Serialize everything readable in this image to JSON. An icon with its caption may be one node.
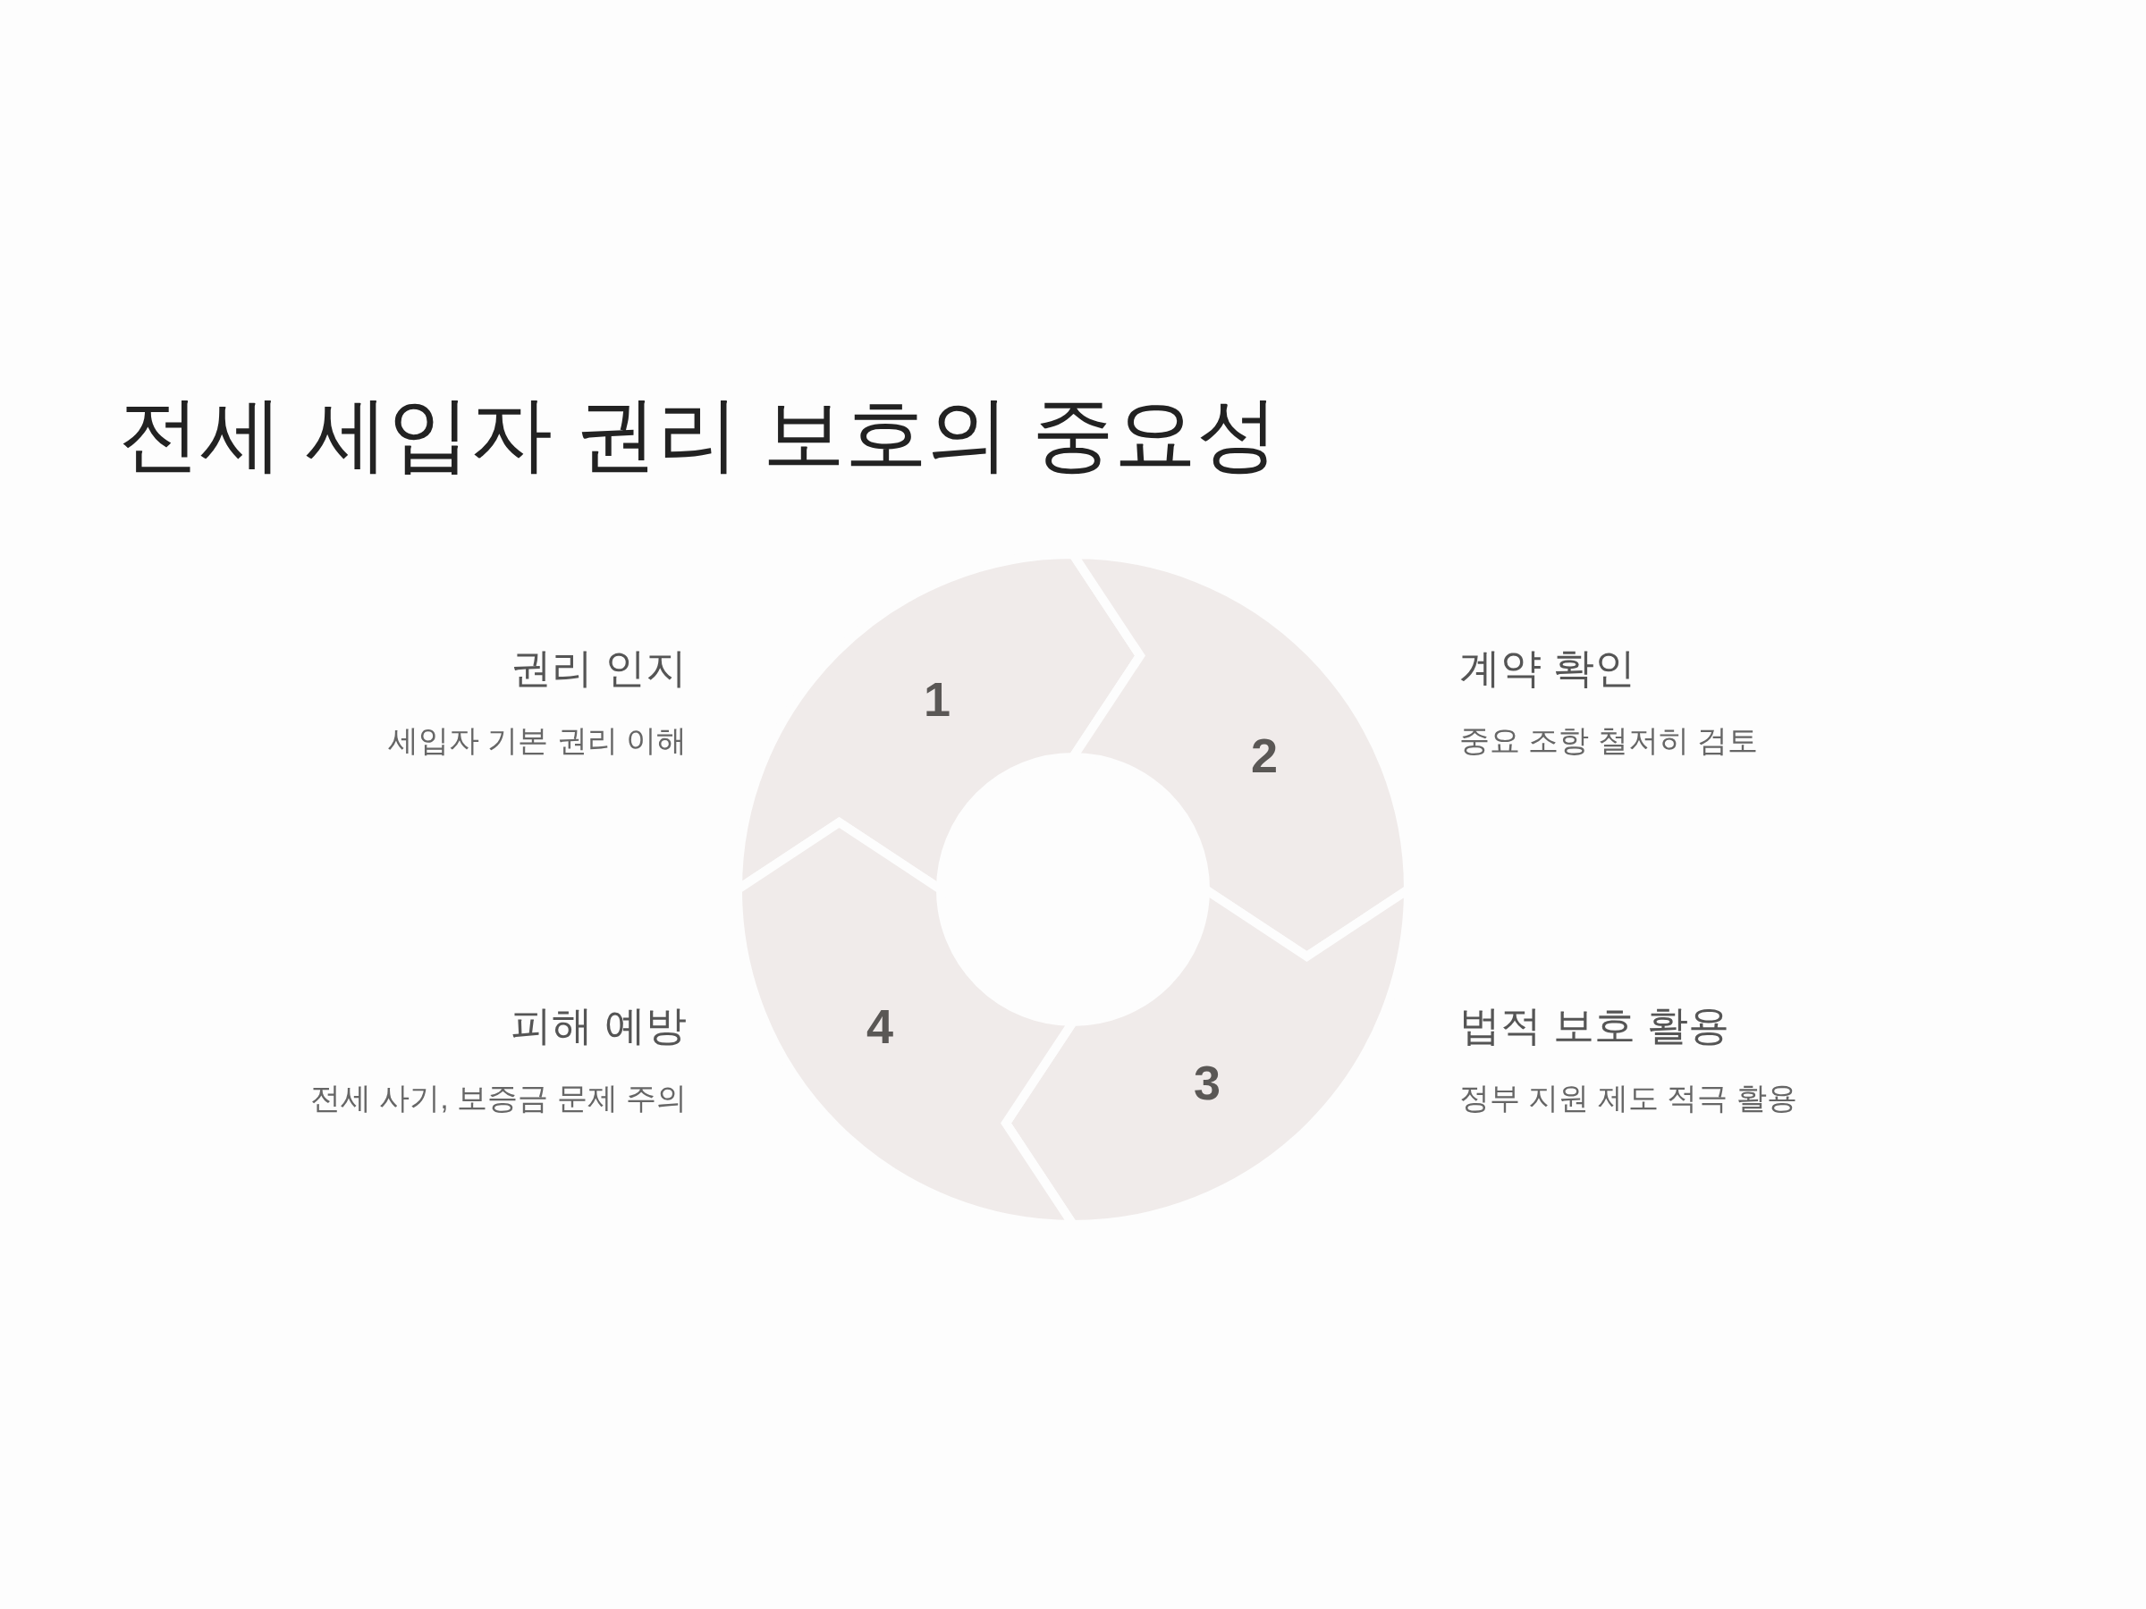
{
  "diagram": {
    "title": "전세 세입자 권리 보호의 중요성",
    "nodes": [
      {
        "text": [
          "1"
        ],
        "beside": [
          "권리 인지",
          "세입자 기본 권리 이해"
        ]
      },
      {
        "text": [
          "2"
        ],
        "beside": [
          "계약 확인",
          "중요 조항 철저히 검토"
        ]
      },
      {
        "text": [
          "3"
        ],
        "beside": [
          "법적 보호 활용",
          "정부 지원 제도 적극 활용"
        ]
      },
      {
        "text": [
          "4"
        ],
        "beside": [
          "피해 예방",
          "전세 사기, 보증금 문제 주의"
        ]
      }
    ]
  }
}
